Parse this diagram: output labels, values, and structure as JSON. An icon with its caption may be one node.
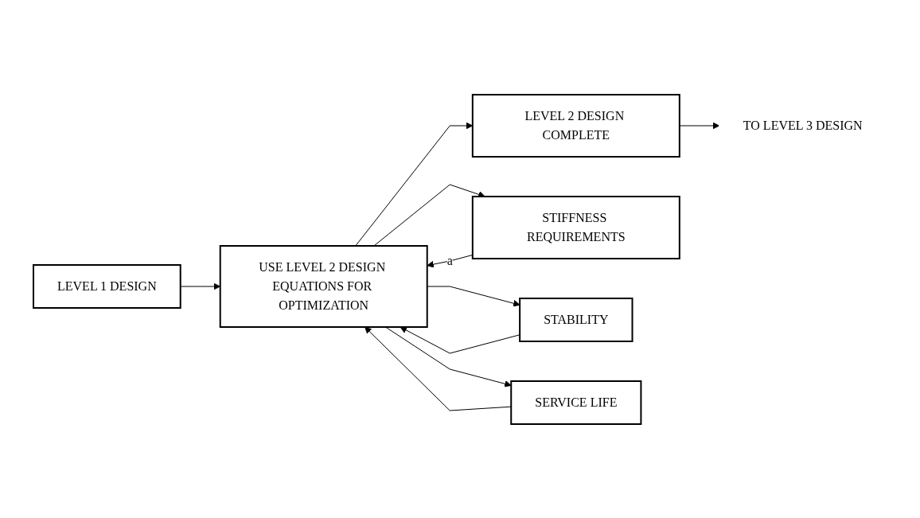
{
  "diagram": {
    "nodes": [
      {
        "text": [
          "LEVEL 1 DESIGN"
        ]
      },
      {
        "text": [
          "USE LEVEL 2 DESIGN EQUATIONS FOR OPTIMIZATION"
        ]
      },
      {
        "text": [
          "LEVEL 2 DESIGN COMPLETE"
        ]
      },
      {
        "text": [
          "TO LEVEL 3 DESIGN"
        ]
      },
      {
        "text": [
          "STIFFNESS REQUIREMENTS"
        ]
      },
      {
        "text": [
          "STABILITY"
        ]
      },
      {
        "text": [
          "SERVICE LIFE"
        ]
      }
    ],
    "edges": [
      {
        "from": 0,
        "to": 1,
        "arrow": "to"
      },
      {
        "from": 1,
        "to": 2,
        "arrow": "to"
      },
      {
        "from": 2,
        "to": 3,
        "arrow": "to"
      },
      {
        "from": 1,
        "to": 4,
        "arrow": "to"
      },
      {
        "from": 1,
        "to": 5,
        "arrow": "to"
      },
      {
        "from": 1,
        "to": 6,
        "arrow": "to"
      },
      {
        "from": 4,
        "to": 1,
        "arrow": "to",
        "label": "a"
      },
      {
        "from": 5,
        "to": 1,
        "arrow": "to"
      },
      {
        "from": 6,
        "to": 1,
        "arrow": "to"
      }
    ]
  }
}
